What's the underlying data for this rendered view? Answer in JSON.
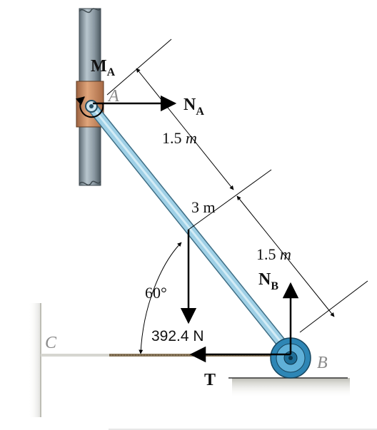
{
  "diagram": {
    "labels": {
      "moment_main": "M",
      "moment_sub": "A",
      "force_na_main": "N",
      "force_na_sub": "A",
      "force_nb_main": "N",
      "force_nb_sub": "B",
      "point_a": "A",
      "point_b": "B",
      "point_c": "C",
      "tension": "T",
      "weight": "392.4 N",
      "angle": "60°",
      "dim_upper_value": "1.5",
      "dim_upper_unit": "m",
      "dim_mid": "3 m",
      "dim_lower_value": "1.5",
      "dim_lower_unit": "m"
    },
    "colors": {
      "rod": "#9fd0e6",
      "rod_edge": "#3f6f86",
      "pole": "#8e9ea8",
      "collar": "#c98a5e",
      "roller": "#2e86b5",
      "rope": "#8c7a5e",
      "arrows": "#000000"
    }
  }
}
